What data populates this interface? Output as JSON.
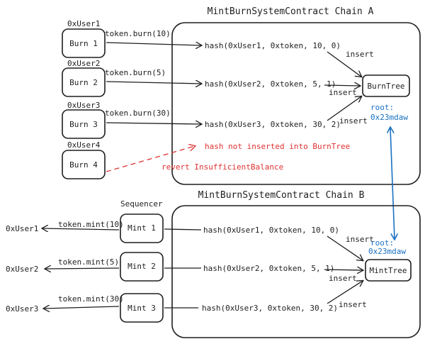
{
  "chain_a": {
    "title": "MintBurnSystemContract Chain A",
    "tree_label": "BurnTree",
    "root_label": "root:",
    "root_value": "0x23mdaw",
    "users": [
      "0xUser1",
      "0xUser2",
      "0xUser3",
      "0xUser4"
    ],
    "boxes": [
      "Burn 1",
      "Burn 2",
      "Burn 3",
      "Burn 4"
    ],
    "calls": [
      "token.burn(10)",
      "token.burn(5)",
      "token.burn(30)"
    ],
    "hashes": [
      "hash(0xUser1, 0xtoken, 10, 0)",
      "hash(0xUser2, 0xtoken, 5, 1)",
      "hash(0xUser3, 0xtoken, 30, 2)"
    ],
    "insert_labels": [
      "insert",
      "insert",
      "insert"
    ],
    "failed_note": "hash not inserted into BurnTree",
    "revert_note": "revert InsufficientBalance"
  },
  "chain_b": {
    "title": "MintBurnSystemContract Chain B",
    "sequencer_label": "Sequencer",
    "tree_label": "MintTree",
    "root_label": "root:",
    "root_value": "0x23mdaw",
    "users": [
      "0xUser1",
      "0xUser2",
      "0xUser3"
    ],
    "boxes": [
      "Mint 1",
      "Mint 2",
      "Mint 3"
    ],
    "calls": [
      "token.mint(10)",
      "token.mint(5)",
      "token.mint(30)"
    ],
    "hashes": [
      "hash(0xUser1, 0xtoken, 10, 0)",
      "hash(0xUser2, 0xtoken, 5, 1)",
      "hash(0xUser3, 0xtoken, 30, 2)"
    ],
    "insert_labels": [
      "insert",
      "insert",
      "insert"
    ]
  },
  "colors": {
    "ink": "#1e1e1e",
    "error": "#e03131",
    "root": "#1971c2"
  }
}
